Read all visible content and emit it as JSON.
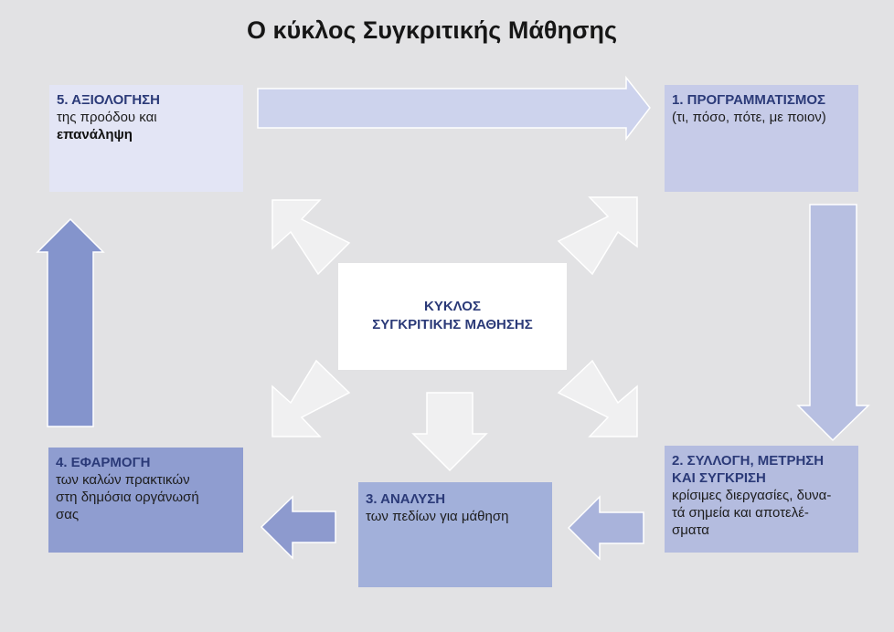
{
  "title": "Ο κύκλος Συγκριτικής Μάθησης",
  "center": {
    "line1": "ΚΥΚΛΟΣ",
    "line2": "ΣΥΓΚΡΙΤΙΚΗΣ ΜΑΘΗΣΗΣ"
  },
  "steps": {
    "step1": {
      "heading": "1. ΠΡΟΓΡΑΜΜΑΤΙΣΜΟΣ",
      "line1": "(τι, πόσο, πότε, με ποιον)"
    },
    "step2": {
      "heading1": "2. ΣΥΛΛΟΓΗ, ΜΕΤΡΗΣΗ",
      "heading2": "ΚΑΙ ΣΥΓΚΡΙΣΗ",
      "line1": "κρίσιμες διεργασίες, δυνα-",
      "line2": "τά σημεία και αποτελέ-",
      "line3": "σματα"
    },
    "step3": {
      "heading": "3. ΑΝΑΛΥΣΗ",
      "line1": "των πεδίων για μάθηση"
    },
    "step4": {
      "heading": "4. ΕΦΑΡΜΟΓΗ",
      "line1": "των καλών πρακτικών",
      "line2": "στη δημόσια οργάνωσή",
      "line3": "σας"
    },
    "step5": {
      "heading": "5. ΑΞΙΟΛΟΓΗΣΗ",
      "line1": "της προόδου και",
      "line2": "επανάληψη"
    }
  },
  "colors": {
    "background": "#e2e2e4",
    "heading_text": "#2b3a78",
    "step1": "#c6cbe8",
    "step2": "#b4bcdf",
    "step3": "#a2b0da",
    "step4": "#8f9dd0",
    "step5": "#e3e5f5",
    "arrow_light": "#f1f1f2"
  }
}
